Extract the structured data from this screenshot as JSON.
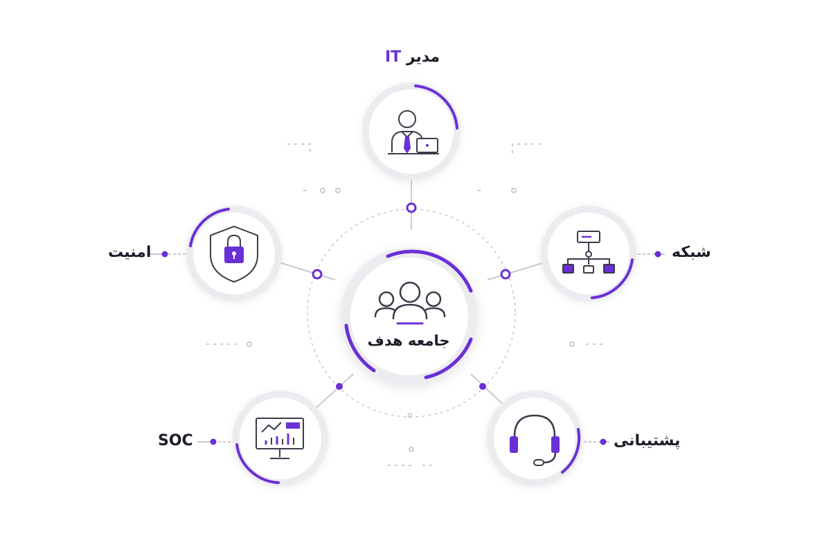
{
  "center": {
    "label": "جامعه هدف"
  },
  "nodes": {
    "it_manager": {
      "label_text": "مدیر",
      "label_accent": "IT",
      "icon": "it-manager-icon"
    },
    "network": {
      "label": "شبکه",
      "icon": "network-hierarchy-icon"
    },
    "security": {
      "label": "امنیت",
      "icon": "security-shield-lock-icon"
    },
    "soc": {
      "label": "SOC",
      "icon": "monitor-chart-icon"
    },
    "support": {
      "label": "پشتیبانی",
      "icon": "headset-icon"
    }
  },
  "colors": {
    "accent": "#6a2fd6",
    "text": "#1c1c28",
    "line": "#c9c9cf",
    "node_fill": "#ffffff",
    "node_ring": "#ececf0"
  }
}
